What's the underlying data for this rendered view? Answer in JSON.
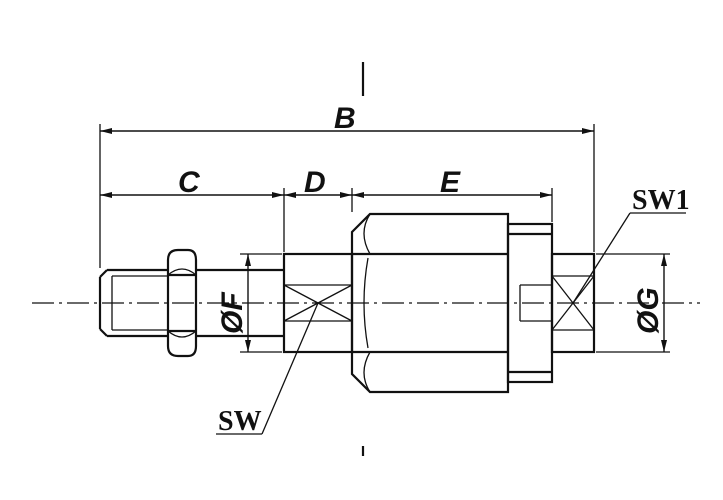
{
  "labels": {
    "B": "B",
    "C": "C",
    "D": "D",
    "E": "E",
    "F": "ØF",
    "G": "ØG",
    "SW": "SW",
    "SW1": "SW1"
  },
  "colors": {
    "line": "#111111",
    "background": "#ffffff"
  }
}
